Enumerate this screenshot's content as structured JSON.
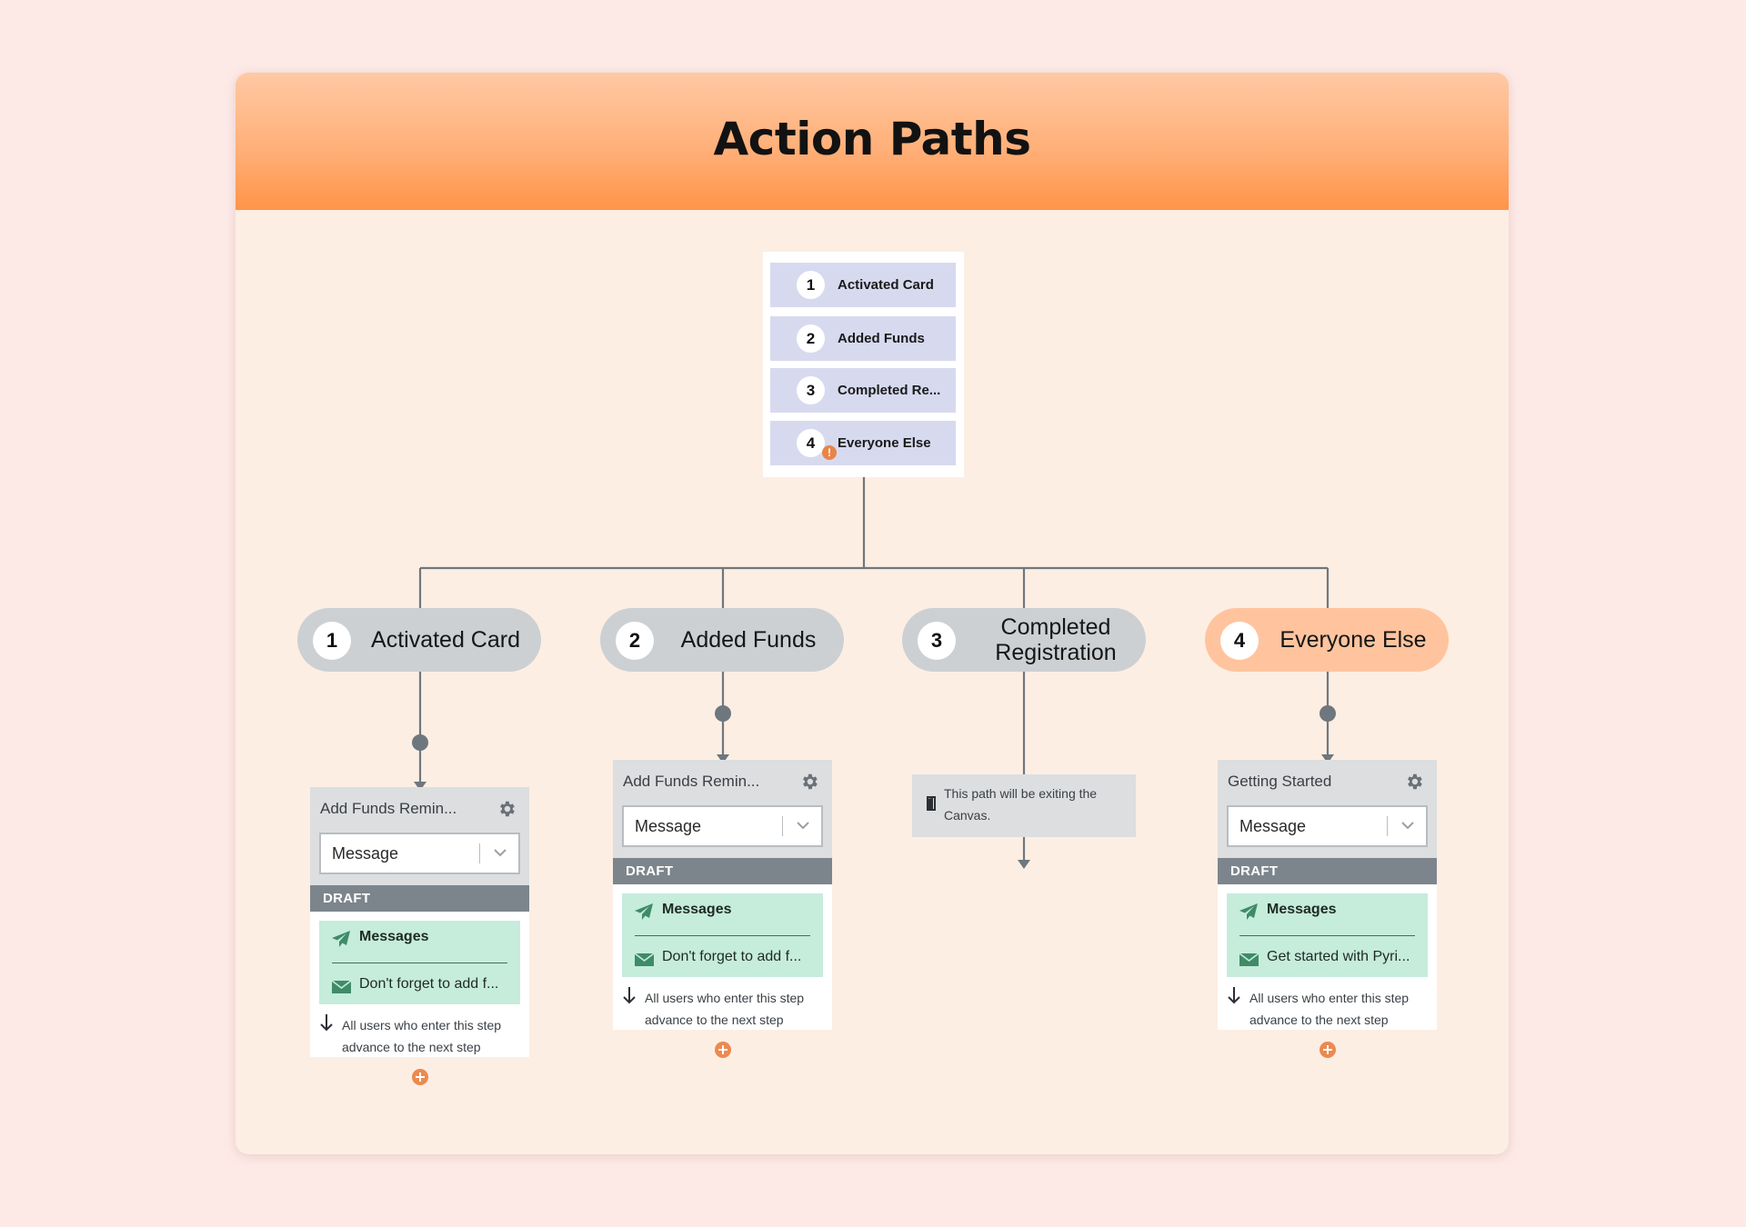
{
  "title": "Action Paths",
  "split": {
    "items": [
      {
        "number": "1",
        "label": "Activated Card",
        "warning": false
      },
      {
        "number": "2",
        "label": "Added Funds",
        "warning": false
      },
      {
        "number": "3",
        "label": "Completed Re...",
        "warning": false
      },
      {
        "number": "4",
        "label": "Everyone Else",
        "warning": true,
        "warning_glyph": "!"
      }
    ]
  },
  "paths": [
    {
      "number": "1",
      "label": "Activated Card",
      "color": "#ccd0d3"
    },
    {
      "number": "2",
      "label": "Added Funds",
      "color": "#ccd0d3"
    },
    {
      "number": "3",
      "label": "Completed Registration",
      "color": "#ccd0d3"
    },
    {
      "number": "4",
      "label": "Everyone Else",
      "color": "#ffc49e"
    }
  ],
  "steps": [
    {
      "name": "Add Funds Remin...",
      "message_type": "Message",
      "status": "DRAFT",
      "messages_title": "Messages",
      "message_preview": "Don't forget to add f...",
      "advance_text": "All users who enter this step advance to the next step"
    },
    {
      "name": "Add Funds Remin...",
      "message_type": "Message",
      "status": "DRAFT",
      "messages_title": "Messages",
      "message_preview": "Don't forget to add f...",
      "advance_text": "All users who enter this step advance to the next step"
    },
    {
      "name": "Getting Started",
      "message_type": "Message",
      "status": "DRAFT",
      "messages_title": "Messages",
      "message_preview": "Get started with Pyri...",
      "advance_text": "All users who enter this step advance to the next step"
    }
  ],
  "exit": {
    "text": "This path will be exiting the Canvas."
  },
  "colors": {
    "header_top": "#ffc9a4",
    "header_bottom": "#ff9448",
    "accent_orange": "#ec8a4f",
    "messages_bg": "#c6ecdc",
    "draft_bar": "#7d858c",
    "connector": "#6f777e"
  },
  "icons": [
    "gear-icon",
    "chevron-down-icon",
    "paper-plane-icon",
    "envelope-icon",
    "arrow-down-icon",
    "exit-door-icon",
    "plus-icon",
    "warning-icon"
  ]
}
